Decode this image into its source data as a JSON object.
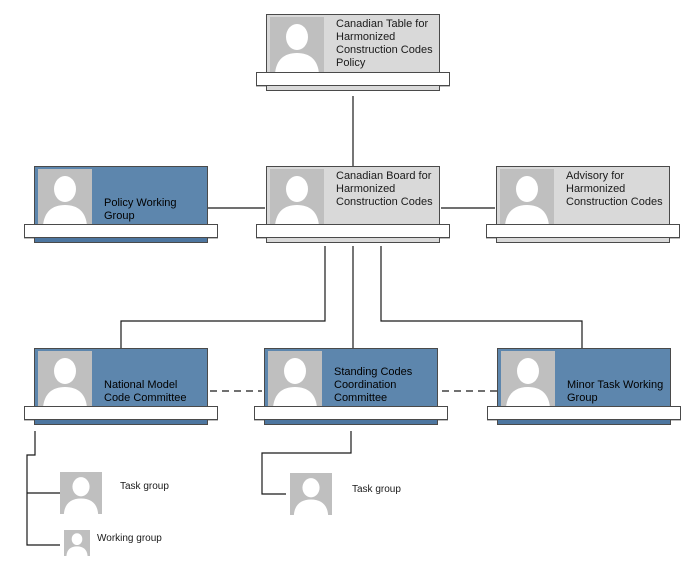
{
  "nodes": {
    "canadian_table": "Canadian Table for Harmonized Construction Codes Policy",
    "canadian_board": "Canadian Board for Harmonized Construction Codes",
    "policy_working_group": "Policy Working Group",
    "advisory": "Advisory for Harmonized Construction Codes",
    "national_model_code_committee": "National Model Code Committee",
    "standing_codes_committee": "Standing Codes Coordination Committee",
    "minor_task_working_group": "Minor Task Working Group"
  },
  "subgroups": {
    "nmcc_task_group": "Task group",
    "nmcc_working_group": "Working group",
    "sccc_task_group": "Task group"
  },
  "colors": {
    "gray_card": "#d9d9d9",
    "blue_card": "#5d86ad",
    "photo": "#bfbfbf",
    "line": "#1a1a1a"
  },
  "icons": [
    "person-placeholder-icon"
  ]
}
